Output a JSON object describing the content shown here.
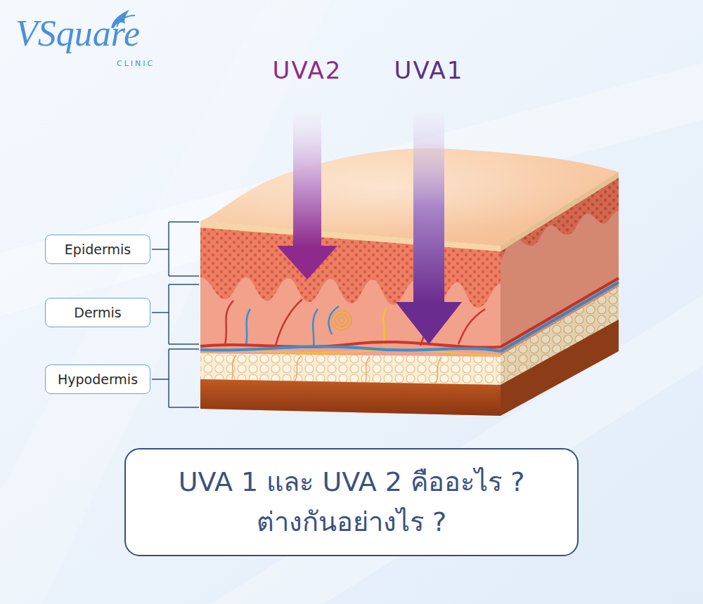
{
  "diagram": {
    "nodes": [
      {
        "text": [
          "Epidermis"
        ]
      },
      {
        "text": [
          "Dermis"
        ]
      },
      {
        "text": [
          "Hypodermis"
        ]
      },
      {
        "text": [
          "UVA 1 และ UVA 2 คืออะไร ? ต่างกันอย่างไร ?"
        ]
      }
    ],
    "labels": [
      "VSquare",
      "CLINIC",
      "UVA2",
      "UVA1"
    ]
  }
}
